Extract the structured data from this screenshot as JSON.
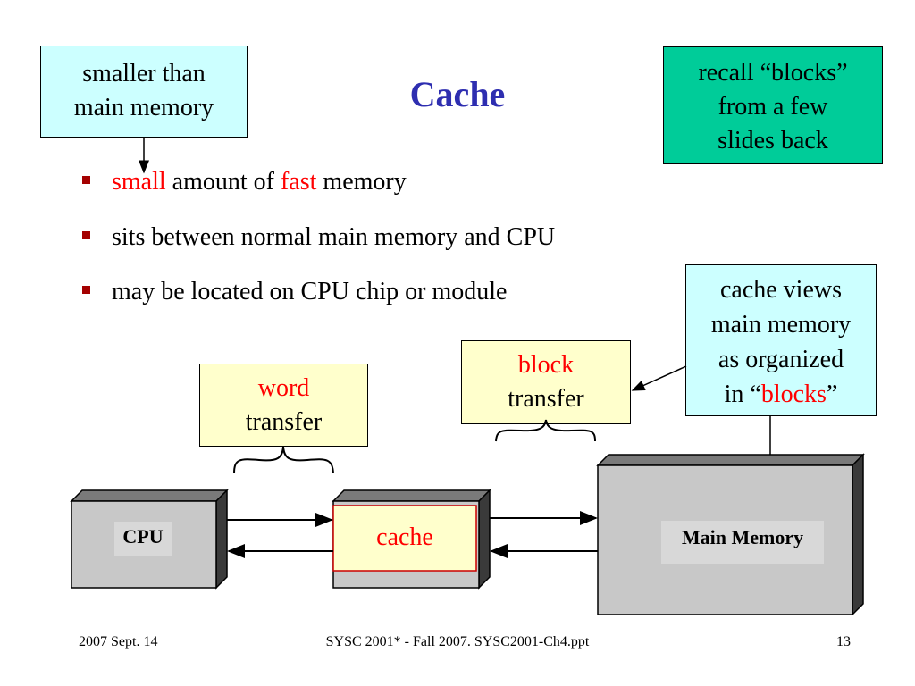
{
  "title": "Cache",
  "callouts": {
    "smaller": [
      "smaller than",
      "main memory"
    ],
    "recall": [
      "recall “blocks”",
      "from a few",
      "slides back"
    ],
    "views": {
      "line1": "cache views",
      "line2": "main memory",
      "line3": "as organized",
      "line4_pre": "in “",
      "line4_red": "blocks",
      "line4_post": "”"
    },
    "block": {
      "red": "block",
      "black": "transfer"
    },
    "word": {
      "red": "word",
      "black": "transfer"
    }
  },
  "bullets": [
    {
      "parts": [
        {
          "t": "small",
          "red": true
        },
        {
          "t": " amount of ",
          "red": false
        },
        {
          "t": "fast",
          "red": true
        },
        {
          "t": " memory",
          "red": false
        }
      ]
    },
    {
      "parts": [
        {
          "t": "sits between normal main memory and CPU",
          "red": false
        }
      ]
    },
    {
      "parts": [
        {
          "t": "may be located on CPU chip or module",
          "red": false
        }
      ]
    }
  ],
  "diagram": {
    "cpu_label": "CPU",
    "cache_label": "cache",
    "main_label": "Main Memory"
  },
  "footer": {
    "date": "2007 Sept. 14",
    "course": "SYSC 2001* - Fall 2007. SYSC2001-Ch4.ppt",
    "page": "13"
  },
  "colors": {
    "title": "#2e2eb0",
    "red": "#ff0000",
    "callout_cyan": "#ccffff",
    "callout_green": "#00cc99",
    "callout_yellow": "#ffffcc",
    "bullet": "#a40000"
  }
}
